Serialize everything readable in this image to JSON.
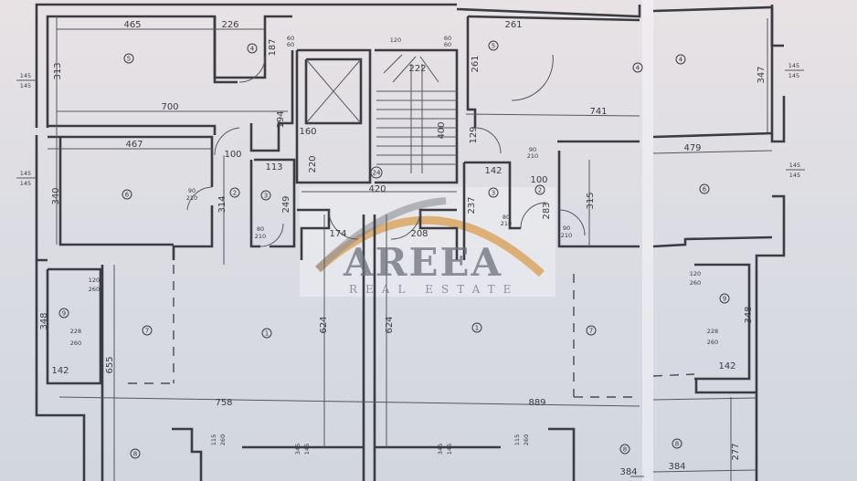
{
  "watermark": {
    "logo": "AREEA",
    "tagline": "REAL ESTATE",
    "accent_color": "#d9a15a"
  },
  "dimensions": {
    "tl_465": "465",
    "tl_226": "226",
    "tl_187": "187",
    "tl_313": "313",
    "tl_700": "700",
    "tl_194": "194",
    "tl_467": "467",
    "tl_100": "100",
    "tl_113": "113",
    "tl_340": "340",
    "tl_314": "314",
    "tl_249": "249",
    "st_222": "222",
    "st_160": "160",
    "st_400": "400",
    "st_220": "220",
    "st_420": "420",
    "st_174": "174",
    "st_208": "208",
    "tr_261": "261",
    "tr_261v": "261",
    "tr_347": "347",
    "tr_741": "741",
    "tr_129": "129",
    "tr_142": "142",
    "tr_100": "100",
    "tr_237": "237",
    "tr_283": "283",
    "tr_315": "315",
    "tr_479": "479",
    "bl_348": "348",
    "bl_142": "142",
    "bl_655": "655",
    "bl_624a": "624",
    "bl_624b": "624",
    "br_348": "348",
    "br_142": "142",
    "b_758": "758",
    "b_889": "889",
    "br_277": "277",
    "br_384a": "384",
    "br_384b": "384"
  },
  "openings": {
    "win_145": "145",
    "door_90": "90",
    "door_80": "80",
    "h_210": "210",
    "h_260": "260",
    "w_120": "120",
    "w_228": "228",
    "w_115": "115",
    "w_345": "345",
    "w_60": "60"
  },
  "rooms": {
    "r1": "1",
    "r2": "2",
    "r3": "3",
    "r4": "4",
    "r5": "5",
    "r6": "6",
    "r7": "7",
    "r8": "8",
    "r9": "9",
    "r24": "24"
  }
}
